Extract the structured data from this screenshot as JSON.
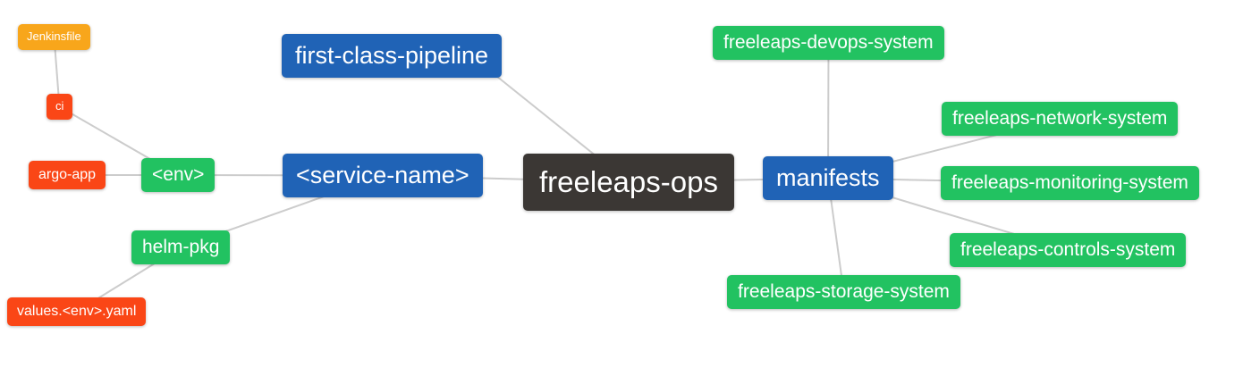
{
  "palette": {
    "blue": "#2063b6",
    "green": "#22c261",
    "red": "#fa4616",
    "orange": "#f8a61b",
    "dark": "#3b3734",
    "edge": "#cccccc",
    "text": "#ffffff",
    "background": "#ffffff"
  },
  "nodes": [
    {
      "id": "jenkinsfile",
      "label": "Jenkinsfile",
      "color": "orange"
    },
    {
      "id": "ci",
      "label": "ci",
      "color": "red"
    },
    {
      "id": "argo-app",
      "label": "argo-app",
      "color": "red"
    },
    {
      "id": "env",
      "label": "<env>",
      "color": "green"
    },
    {
      "id": "helm-pkg",
      "label": "helm-pkg",
      "color": "green"
    },
    {
      "id": "values-env-yaml",
      "label": "values.<env>.yaml",
      "color": "red"
    },
    {
      "id": "first-class-pipeline",
      "label": "first-class-pipeline",
      "color": "blue"
    },
    {
      "id": "service-name",
      "label": "<service-name>",
      "color": "blue"
    },
    {
      "id": "freeleaps-ops",
      "label": "freeleaps-ops",
      "color": "dark"
    },
    {
      "id": "manifests",
      "label": "manifests",
      "color": "blue"
    },
    {
      "id": "freeleaps-devops-system",
      "label": "freeleaps-devops-system",
      "color": "green"
    },
    {
      "id": "freeleaps-network-system",
      "label": "freeleaps-network-system",
      "color": "green"
    },
    {
      "id": "freeleaps-monitoring-system",
      "label": "freeleaps-monitoring-system",
      "color": "green"
    },
    {
      "id": "freeleaps-controls-system",
      "label": "freeleaps-controls-system",
      "color": "green"
    },
    {
      "id": "freeleaps-storage-system",
      "label": "freeleaps-storage-system",
      "color": "green"
    }
  ],
  "edges": [
    {
      "from": "jenkinsfile",
      "to": "ci"
    },
    {
      "from": "ci",
      "to": "env"
    },
    {
      "from": "argo-app",
      "to": "env"
    },
    {
      "from": "env",
      "to": "service-name"
    },
    {
      "from": "helm-pkg",
      "to": "service-name"
    },
    {
      "from": "values-env-yaml",
      "to": "helm-pkg"
    },
    {
      "from": "first-class-pipeline",
      "to": "freeleaps-ops",
      "from_anchor": "bottom-right"
    },
    {
      "from": "service-name",
      "to": "freeleaps-ops"
    },
    {
      "from": "freeleaps-ops",
      "to": "manifests"
    },
    {
      "from": "manifests",
      "to": "freeleaps-devops-system"
    },
    {
      "from": "manifests",
      "to": "freeleaps-network-system"
    },
    {
      "from": "manifests",
      "to": "freeleaps-monitoring-system"
    },
    {
      "from": "manifests",
      "to": "freeleaps-controls-system"
    },
    {
      "from": "manifests",
      "to": "freeleaps-storage-system"
    }
  ]
}
